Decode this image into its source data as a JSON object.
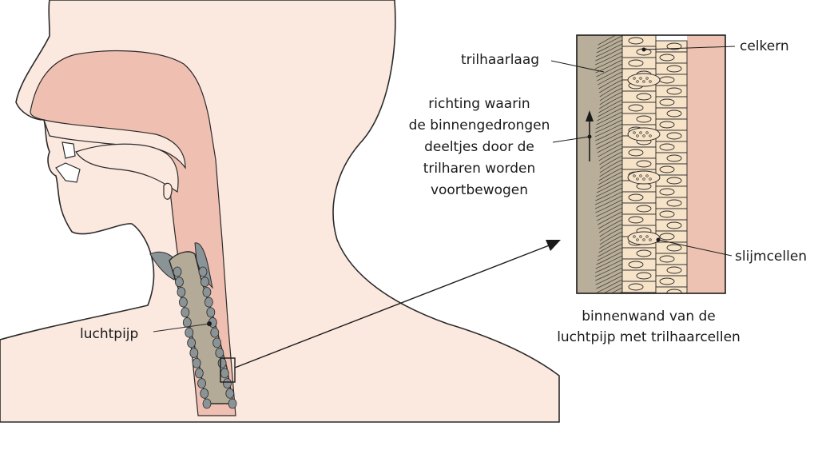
{
  "colors": {
    "skin": "#fbe8df",
    "pink_tissue": "#efc0b1",
    "tube": "#b3aa97",
    "rings": "#8a9396",
    "outline": "#2a2a2a",
    "mucus": "#b8ae9a",
    "cells": "#f7e3c8",
    "submucosa": "#eec2b3"
  },
  "labels": {
    "luchtpijp": "luchtpijp",
    "trilhaarlaag": "trilhaarlaag",
    "celkern": "celkern",
    "slijmcellen": "slijmcellen",
    "richting": [
      "richting waarin",
      "de binnengedrongen",
      "deeltjes door de",
      "trilharen worden",
      "voortbewogen"
    ],
    "caption": [
      "binnenwand van de",
      "luchtpijp met trilhaarcellen"
    ]
  }
}
